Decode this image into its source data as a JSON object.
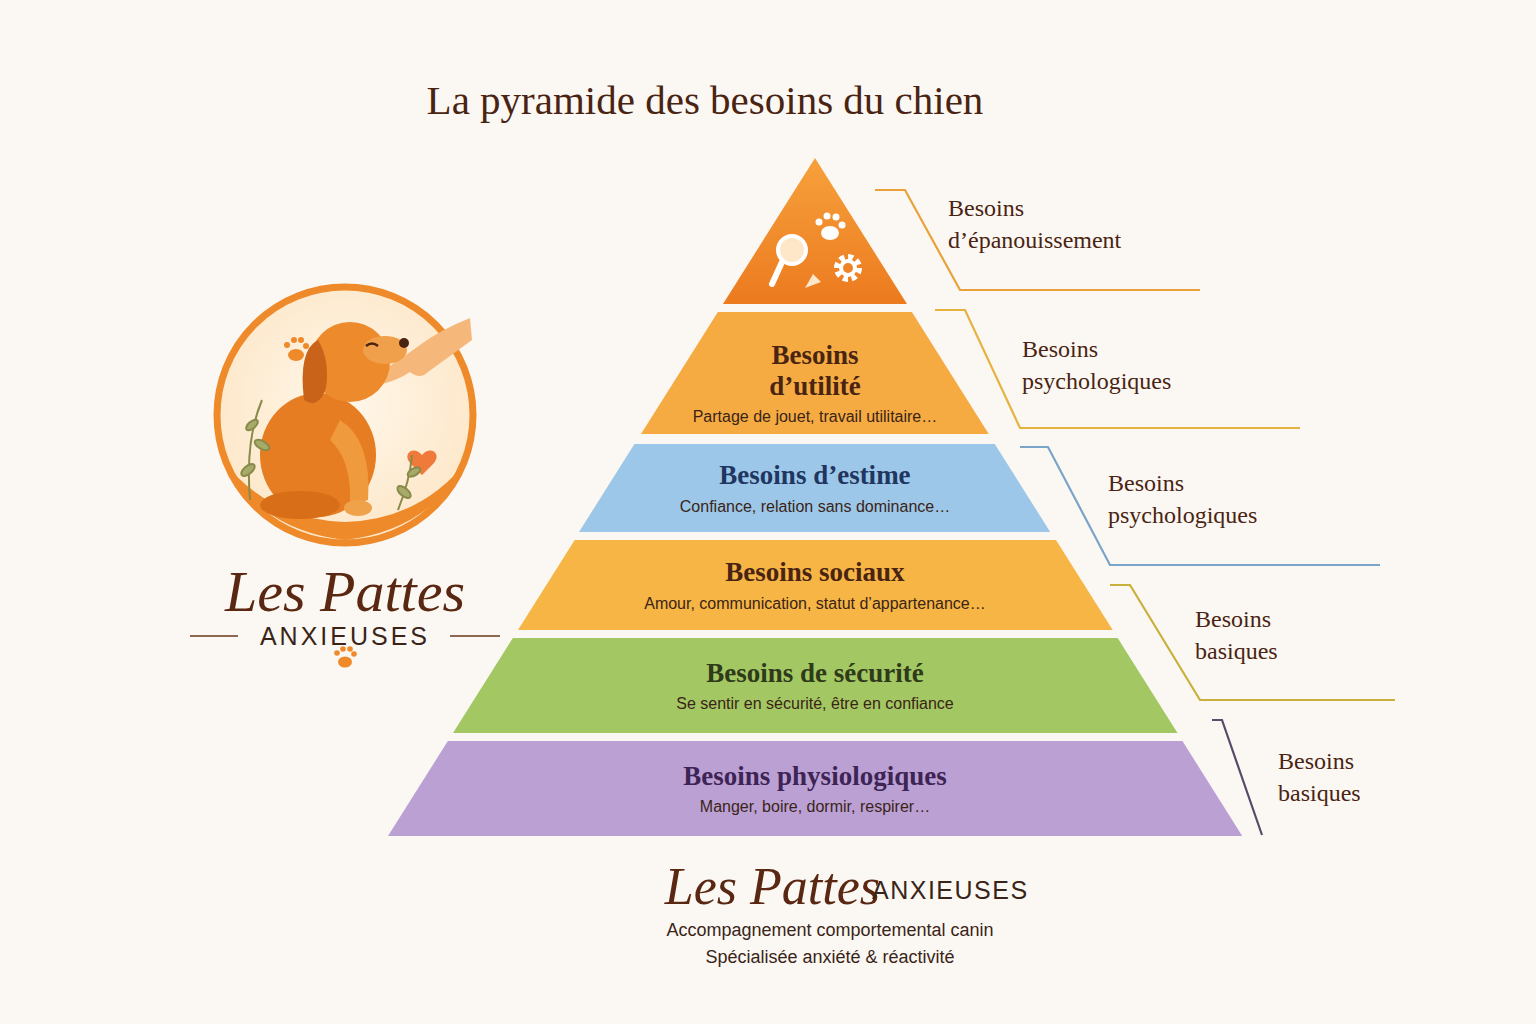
{
  "diagram": {
    "title": "La pyramide des besoins du chien",
    "nodes": [
      {
        "text": [
          "Besoins d’utilité",
          "Partage de jouet, travail utilitaire…"
        ]
      },
      {
        "text": [
          "Besoins d’estime",
          "Confiance, relation sans dominance…"
        ]
      },
      {
        "text": [
          "Besoins sociaux",
          "Amour, communication, statut d’appartenance…"
        ]
      },
      {
        "text": [
          "Besoins de sécurité",
          "Se sentir en sécurité, être en confiance"
        ]
      },
      {
        "text": [
          "Besoins physiologiques",
          "Manger, boire, dormir, respirer…"
        ]
      }
    ],
    "labels": [
      "Besoins d’épanouissement",
      "Besoins psychologiques",
      "Besoins psychologiques",
      "Besoins basiques",
      "Besoins basiques",
      "Les Pattes",
      "ANXIEUSES",
      "Les Pattes",
      "ANXIEUSES",
      "Accompagnement comportemental canin",
      "Spécialisée anxiété & réactivité"
    ]
  }
}
